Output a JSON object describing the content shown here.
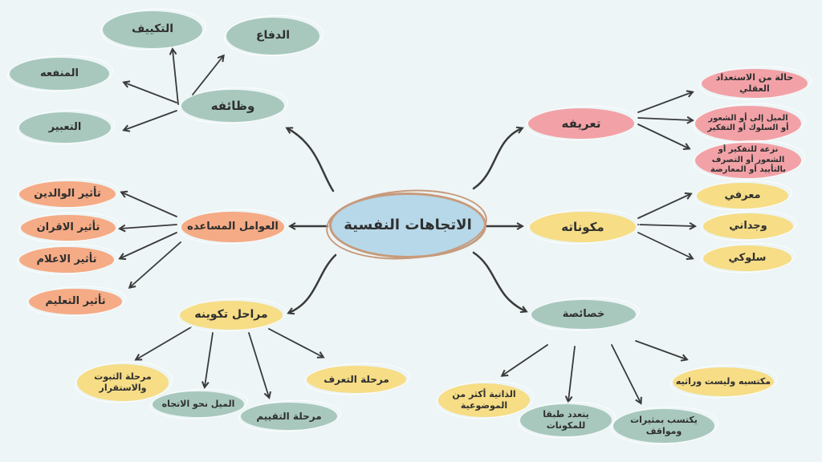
{
  "center": "الاتجاهات النفسية",
  "colors": {
    "green": "#a8c8bd",
    "pink": "#f2a2a7",
    "yellow": "#f6dd86",
    "orange": "#f5ab85",
    "blue": "#b7d8e8",
    "line": "#3a3a3a",
    "ring": "#c79a7b"
  },
  "functions": {
    "title": "وظائفه",
    "items": [
      "التكييف",
      "الدفاع",
      "المنفعه",
      "التعبير"
    ]
  },
  "definition": {
    "title": "تعريفه",
    "items": [
      "حالة من الاستعداد العقلي",
      "الميل إلى أو الشعور أو السلوك أو التفكير",
      "نزعة للتفكير أو الشعور أو التصرف بالتأييد أو المعارضة"
    ]
  },
  "factors": {
    "title": "العوامل المساعده",
    "items": [
      "تأثير الوالدين",
      "تأثير الاقران",
      "تأثير الاعلام",
      "تأثير التعليم"
    ]
  },
  "components": {
    "title": "مكوناته",
    "items": [
      "معرفي",
      "وجداني",
      "سلوكي"
    ]
  },
  "stages": {
    "title": "مراحل تكوينه",
    "items": [
      "مرحلة الثبوت والاستقرار",
      "الميل نحو الاتجاه",
      "مرحلة التقييم",
      "مرحلة التعرف"
    ]
  },
  "characteristics": {
    "title": "خصائصة",
    "items": [
      "مكتسبه وليست وراثيه",
      "يكتسب بمثيرات ومواقف",
      "يتعدد طبقا للمكونات",
      "الذاتية أكثر من الموضوعية"
    ]
  }
}
